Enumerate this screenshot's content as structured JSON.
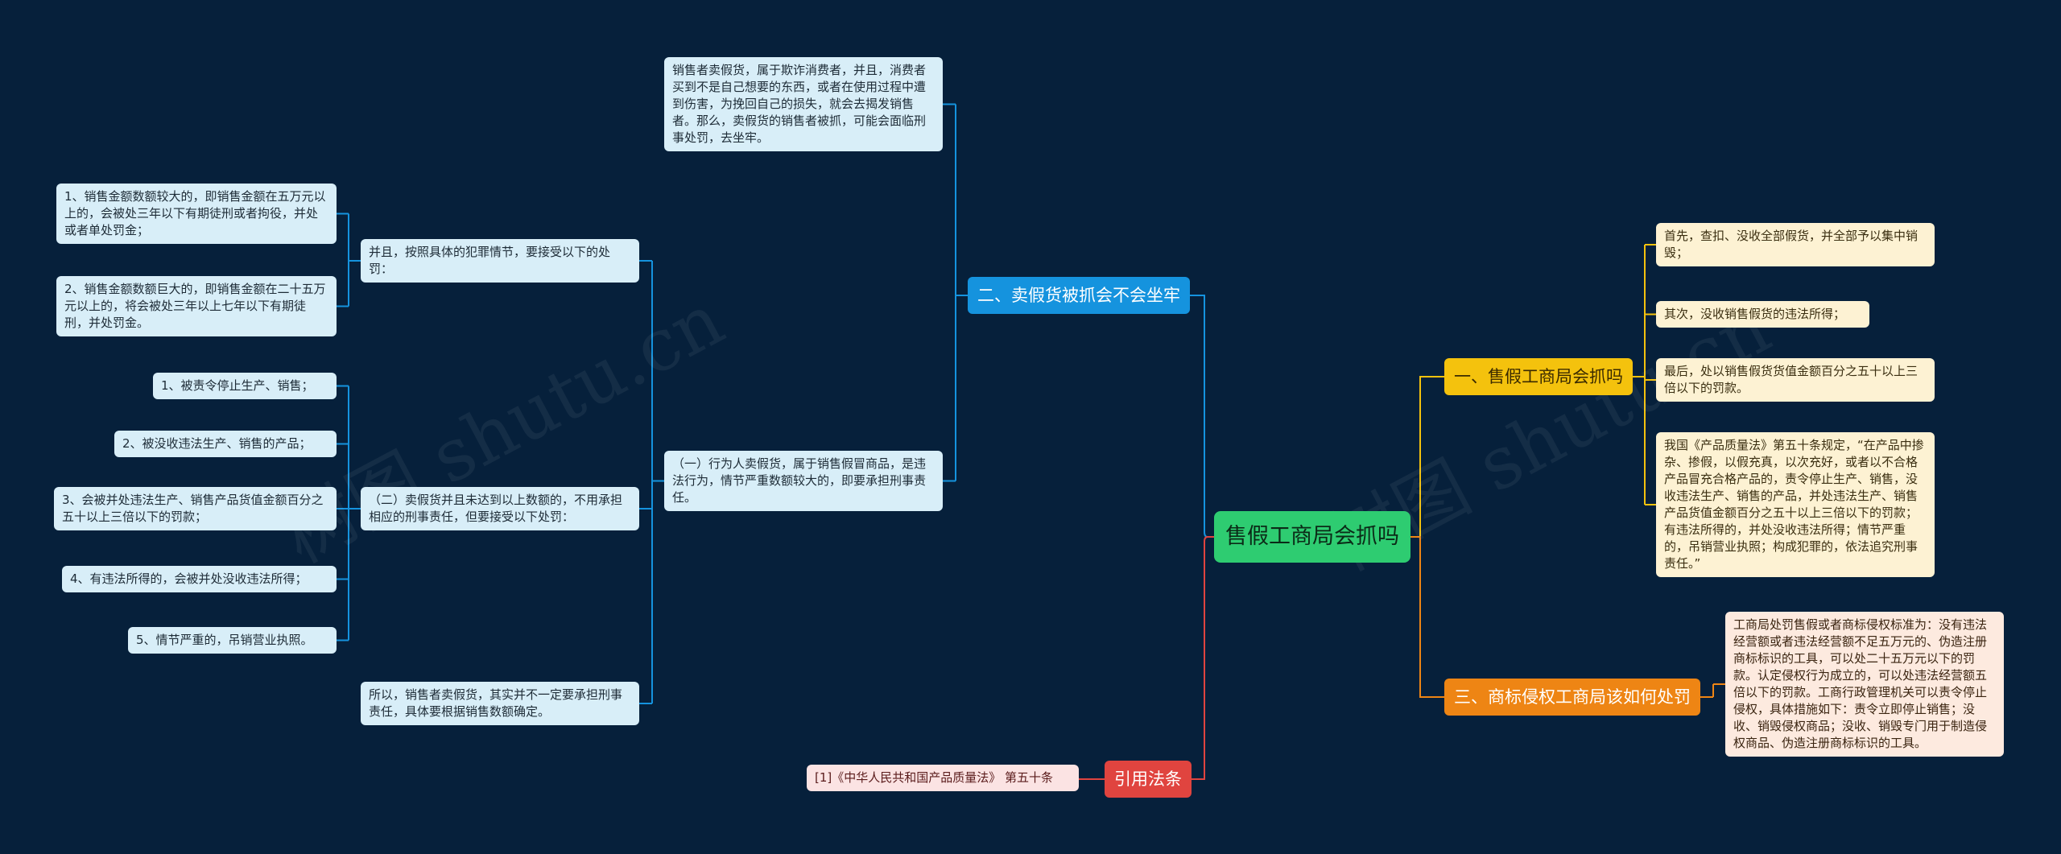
{
  "watermark": "树图 shutu.cn",
  "colors": {
    "background": "#06203b",
    "root": "#2ecc71",
    "branch_blue": "#1593de",
    "branch_yellow": "#f4c20d",
    "branch_orange": "#ee8514",
    "branch_red": "#e0443f",
    "line_blue": "#1593de",
    "line_yellow": "#f4c20d",
    "line_orange": "#ee8514",
    "line_red": "#e0443f"
  },
  "root": {
    "label": "售假工商局会抓吗"
  },
  "branches": {
    "b2": {
      "label": "二、卖假货被抓会不会坐牢",
      "n_intro": "销售者卖假货，属于欺诈消费者，并且，消费者买到不是自己想要的东西，或者在使用过程中遭到伤害，为挽回自己的损失，就会去揭发销售者。那么，卖假货的销售者被抓，可能会面临刑事处罚，去坐牢。",
      "n_one": "（一）行为人卖假货，属于销售假冒商品，是违法行为，情节严重数额较大的，即要承担刑事责任。",
      "n_circ": "并且，按照具体的犯罪情节，要接受以下的处罚：",
      "c1": "1、销售金额数额较大的，即销售金额在五万元以上的，会被处三年以下有期徒刑或者拘役，并处或者单处罚金；",
      "c2": "2、销售金额数额巨大的，即销售金额在二十五万元以上的，将会被处三年以上七年以下有期徒刑，并处罚金。",
      "n_two": "（二）卖假货并且未达到以上数额的，不用承担相应的刑事责任，但要接受以下处罚：",
      "p1": "1、被责令停止生产、销售；",
      "p2": "2、被没收违法生产、销售的产品；",
      "p3": "3、会被并处违法生产、销售产品货值金额百分之五十以上三倍以下的罚款；",
      "p4": "4、有违法所得的，会被并处没收违法所得；",
      "p5": "5、情节严重的，吊销营业执照。",
      "n_so": "所以，销售者卖假货，其实并不一定要承担刑事责任，具体要根据销售数额确定。"
    },
    "b1": {
      "label": "一、售假工商局会抓吗",
      "y1": "首先，查扣、没收全部假货，并全部予以集中销毁；",
      "y2": "其次，没收销售假货的违法所得；",
      "y3": "最后，处以销售假货货值金额百分之五十以上三倍以下的罚款。",
      "y4": "我国《产品质量法》第五十条规定，“在产品中掺杂、掺假，以假充真，以次充好，或者以不合格产品冒充合格产品的，责令停止生产、销售，没收违法生产、销售的产品，并处违法生产、销售产品货值金额百分之五十以上三倍以下的罚款；有违法所得的，并处没收违法所得；情节严重的，吊销营业执照；构成犯罪的，依法追究刑事责任。”"
    },
    "b3": {
      "label": "三、商标侵权工商局该如何处罚",
      "o1": "工商局处罚售假或者商标侵权标准为：没有违法经营额或者违法经营额不足五万元的、伪造注册商标标识的工具，可以处二十五万元以下的罚款。认定侵权行为成立的，可以处违法经营额五倍以下的罚款。工商行政管理机关可以责令停止侵权，具体措施如下：责令立即停止销售；没收、销毁侵权商品；没收、销毁专门用于制造侵权商品、伪造注册商标标识的工具。"
    },
    "b4": {
      "label": "引用法条",
      "r1": "[1]《中华人民共和国产品质量法》 第五十条"
    }
  }
}
